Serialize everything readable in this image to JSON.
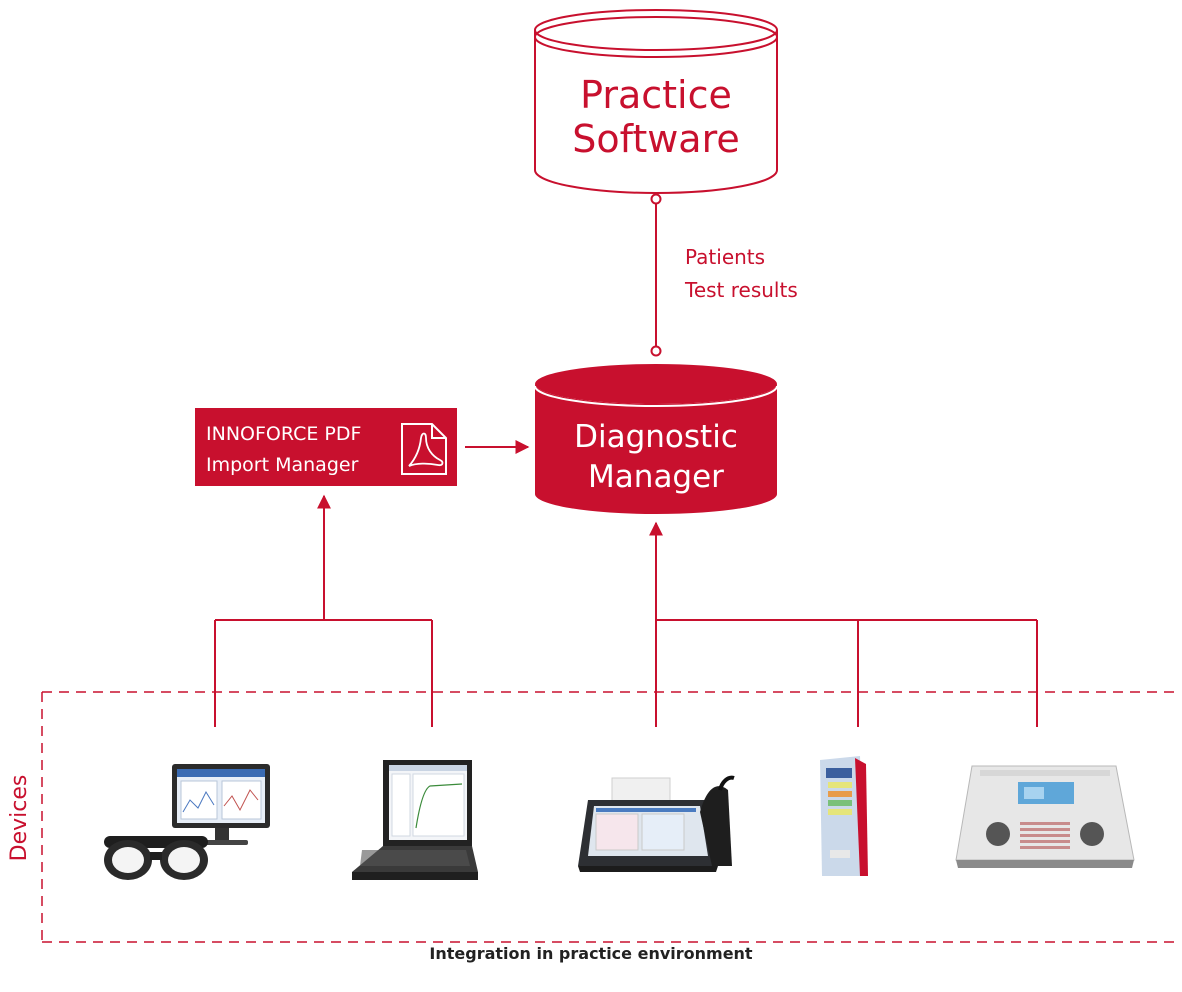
{
  "diagram": {
    "practice_software": {
      "line1": "Practice",
      "line2": "Software"
    },
    "connection_labels": {
      "line1": "Patients",
      "line2": "Test results"
    },
    "diagnostic_manager": {
      "line1": "Diagnostic",
      "line2": "Manager"
    },
    "import_manager": {
      "line1": "INNOFORCE PDF",
      "line2": "Import Manager",
      "icon": "pdf-icon"
    },
    "devices_label": "Devices",
    "devices": [
      {
        "name": "video-goggles-monitor",
        "icon": "goggles-monitor-image"
      },
      {
        "name": "laptop",
        "icon": "laptop-image"
      },
      {
        "name": "tablet-tympanometer",
        "icon": "tablet-device-image"
      },
      {
        "name": "handheld-screener",
        "icon": "handheld-device-image"
      },
      {
        "name": "audiometer",
        "icon": "audiometer-image"
      }
    ],
    "caption": "Integration in practice environment",
    "colors": {
      "accent": "#c8102e",
      "text": "#222222",
      "background": "#ffffff"
    }
  }
}
